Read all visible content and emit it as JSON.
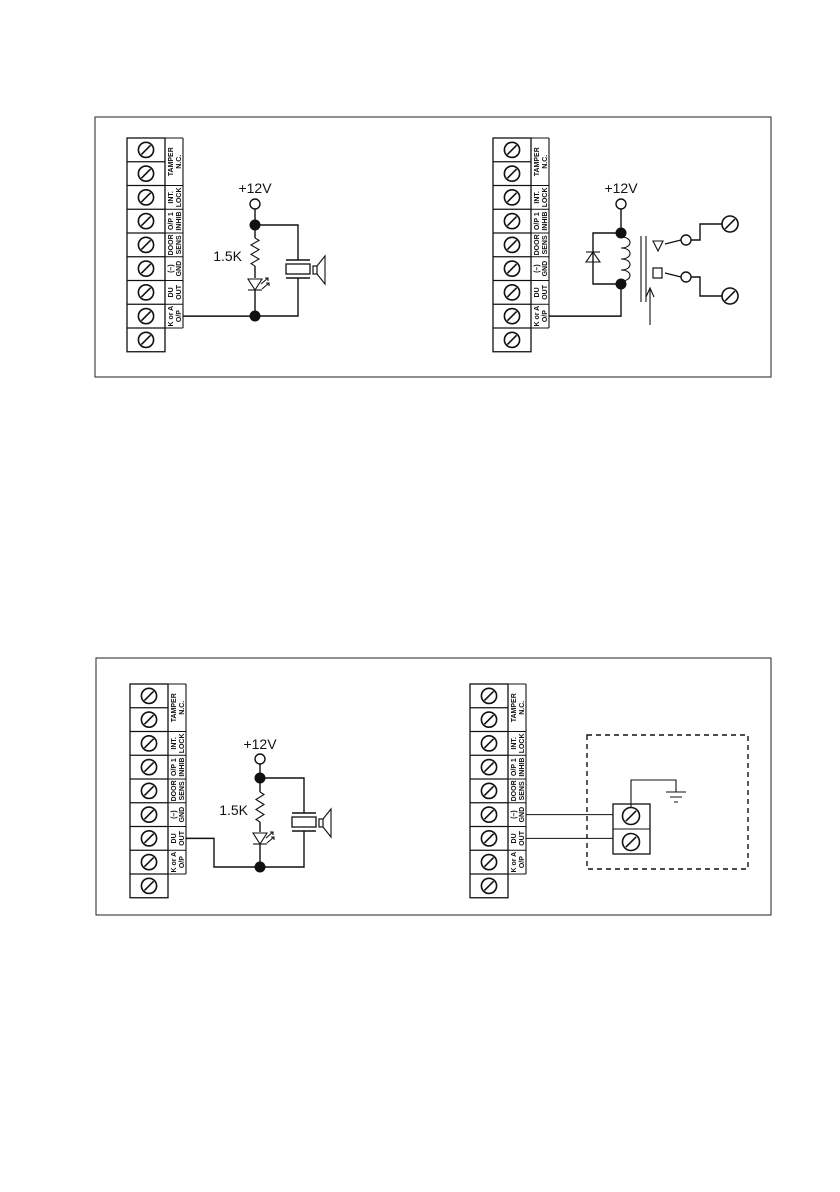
{
  "terminal_labels": [
    [
      "TAMPER",
      "N.C."
    ],
    [
      "INT.",
      "LOCK"
    ],
    [
      "O/P 1",
      "INHIB"
    ],
    [
      "DOOR",
      "SENS"
    ],
    [
      "(–)",
      "GND"
    ],
    [
      "DU",
      "OUT"
    ],
    [
      "K or A",
      "O/P"
    ]
  ],
  "supply_label": "+12V",
  "resistor_label": "1.5K",
  "diagrams": [
    {
      "id": "fig1-left",
      "circuit": "led-and-piezo-buzzer",
      "connected_terminal": "K or A O/P"
    },
    {
      "id": "fig1-right",
      "circuit": "relay-with-diode",
      "connected_terminal": "K or A O/P"
    },
    {
      "id": "fig2-left",
      "circuit": "led-and-piezo-buzzer",
      "connected_terminal": "DU OUT"
    },
    {
      "id": "fig2-right",
      "circuit": "external-device-gnd-and-du-out",
      "connected_terminal": "(–) GND, DU OUT"
    }
  ],
  "colors": {
    "ink": "#111111",
    "background": "#ffffff"
  }
}
